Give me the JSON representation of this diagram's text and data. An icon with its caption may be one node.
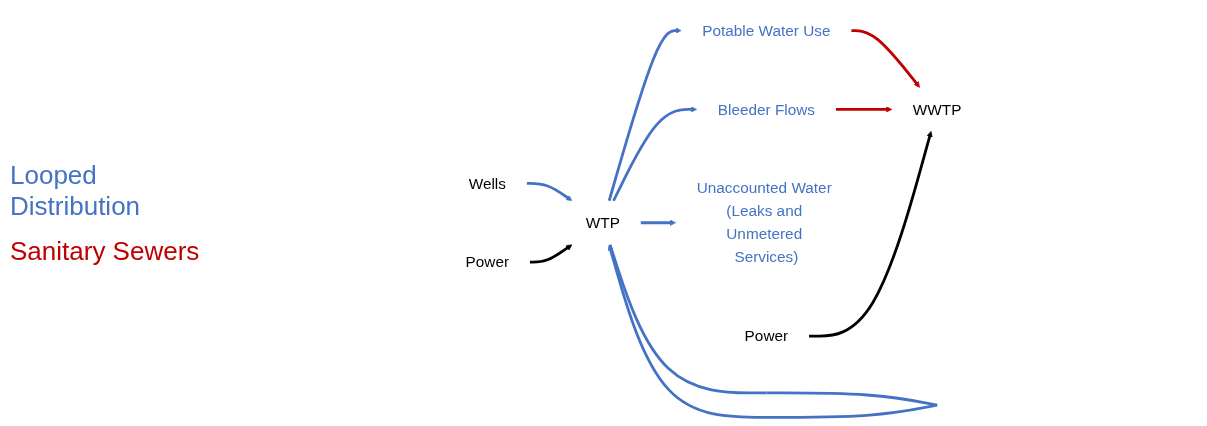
{
  "diagram": {
    "nodes": [
      {
        "text": [
          "Wells"
        ]
      },
      {
        "text": [
          "Power"
        ]
      },
      {
        "text": [
          "WTP"
        ]
      },
      {
        "text": [
          "Potable Water Use"
        ]
      },
      {
        "text": [
          "Bleeder Flows"
        ]
      },
      {
        "text": [
          "Unaccounted Water (Leaks and Unmetered Services)"
        ]
      },
      {
        "text": [
          "Power"
        ]
      },
      {
        "text": [
          "WWTP"
        ]
      }
    ],
    "edges": [
      {
        "from": 0,
        "to": 2,
        "arrow": "to"
      },
      {
        "from": 1,
        "to": 2,
        "arrow": "to",
        "color": "#000000"
      },
      {
        "from": 2,
        "to": 3,
        "arrow": "to"
      },
      {
        "from": 2,
        "to": 4,
        "arrow": "to"
      },
      {
        "from": 2,
        "to": 5,
        "arrow": "to"
      },
      {
        "from": 2,
        "to": 2,
        "arrow": "to"
      },
      {
        "from": 3,
        "to": 7,
        "arrow": "to",
        "color": "#c00000"
      },
      {
        "from": 4,
        "to": 7,
        "arrow": "to",
        "color": "#c00000"
      },
      {
        "from": 6,
        "to": 7,
        "arrow": "to",
        "color": "#000000"
      }
    ],
    "labels": [
      "Looped Distribution",
      "Sanitary Sewers"
    ]
  }
}
